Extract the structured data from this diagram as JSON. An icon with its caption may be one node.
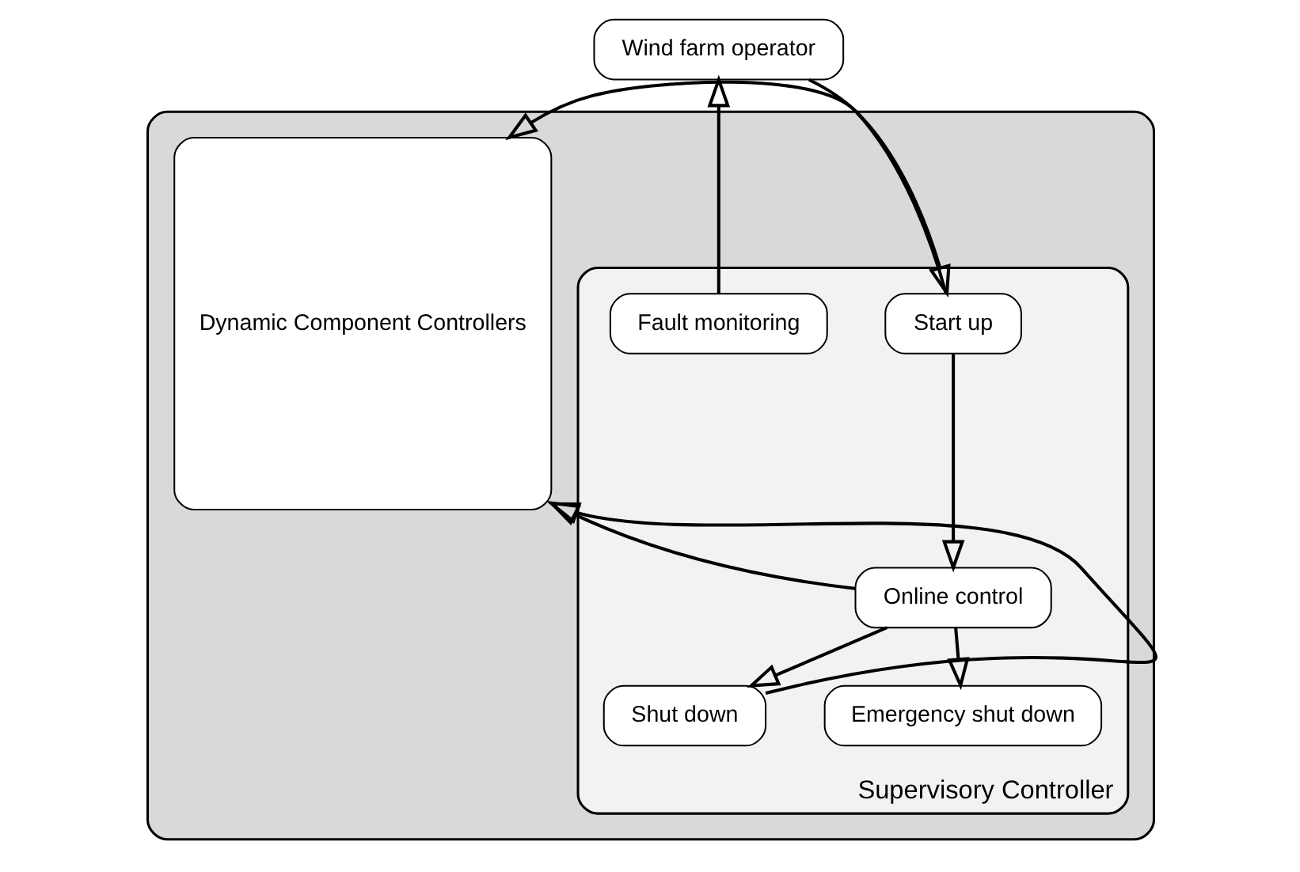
{
  "diagram": {
    "nodes": [
      {
        "text": [
          "Wind farm operator"
        ]
      },
      {
        "text": [],
        "shape": "box"
      },
      {
        "text": [
          "Dynamic Component Controllers"
        ],
        "in": 1
      },
      {
        "text": [
          "Supervisory Controller"
        ],
        "in": 1
      },
      {
        "text": [
          "Start up"
        ],
        "in": 3
      },
      {
        "text": [
          "Online control"
        ],
        "in": 3
      },
      {
        "text": [
          "Shut down"
        ],
        "in": 3
      },
      {
        "text": [
          "Fault monitoring"
        ],
        "in": 3
      },
      {
        "text": [
          "Emergency shut down"
        ],
        "in": 3
      }
    ],
    "edges": [
      {
        "from": 0,
        "to": 4,
        "arrow": "to"
      },
      {
        "from": 7,
        "to": 0,
        "arrow": "to"
      },
      {
        "from": 4,
        "to": 2,
        "arrow": "to"
      },
      {
        "from": 4,
        "to": 5,
        "arrow": "to"
      },
      {
        "from": 5,
        "to": 2,
        "arrow": "to"
      },
      {
        "from": 5,
        "to": 6,
        "arrow": "to"
      },
      {
        "from": 5,
        "to": 8,
        "arrow": "to"
      },
      {
        "from": 6,
        "to": 2,
        "arrow": "to"
      }
    ]
  }
}
